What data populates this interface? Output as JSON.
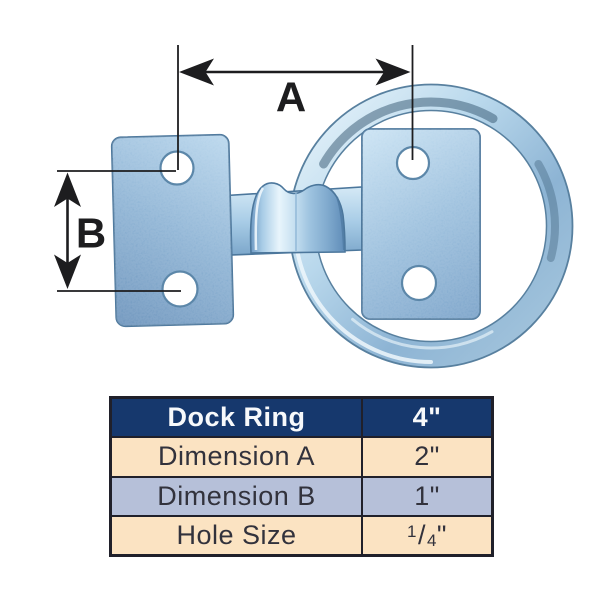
{
  "diagram": {
    "dimension_a_label": "A",
    "dimension_b_label": "B"
  },
  "spec_table": {
    "header": {
      "label": "Dock Ring",
      "value": "4\""
    },
    "rows": [
      {
        "label": "Dimension A",
        "value": "2\""
      },
      {
        "label": "Dimension B",
        "value": "1\""
      },
      {
        "label": "Hole Size",
        "fraction": {
          "numerator": "1",
          "denominator": "4",
          "unit": "\""
        }
      }
    ],
    "colors": {
      "header_bg": "#16386d",
      "header_text": "#f7f9fb",
      "row_peach": "#fbe3c2",
      "row_lavender": "#b6c0d9",
      "border": "#20202a",
      "body_text": "#32323c"
    }
  },
  "hardware_colors": {
    "zinc_light": "#d9ecf8",
    "zinc_mid": "#8fb8da",
    "zinc_dark": "#6390bc",
    "edge": "#4c779c",
    "annotation": "#1d1d1f"
  }
}
